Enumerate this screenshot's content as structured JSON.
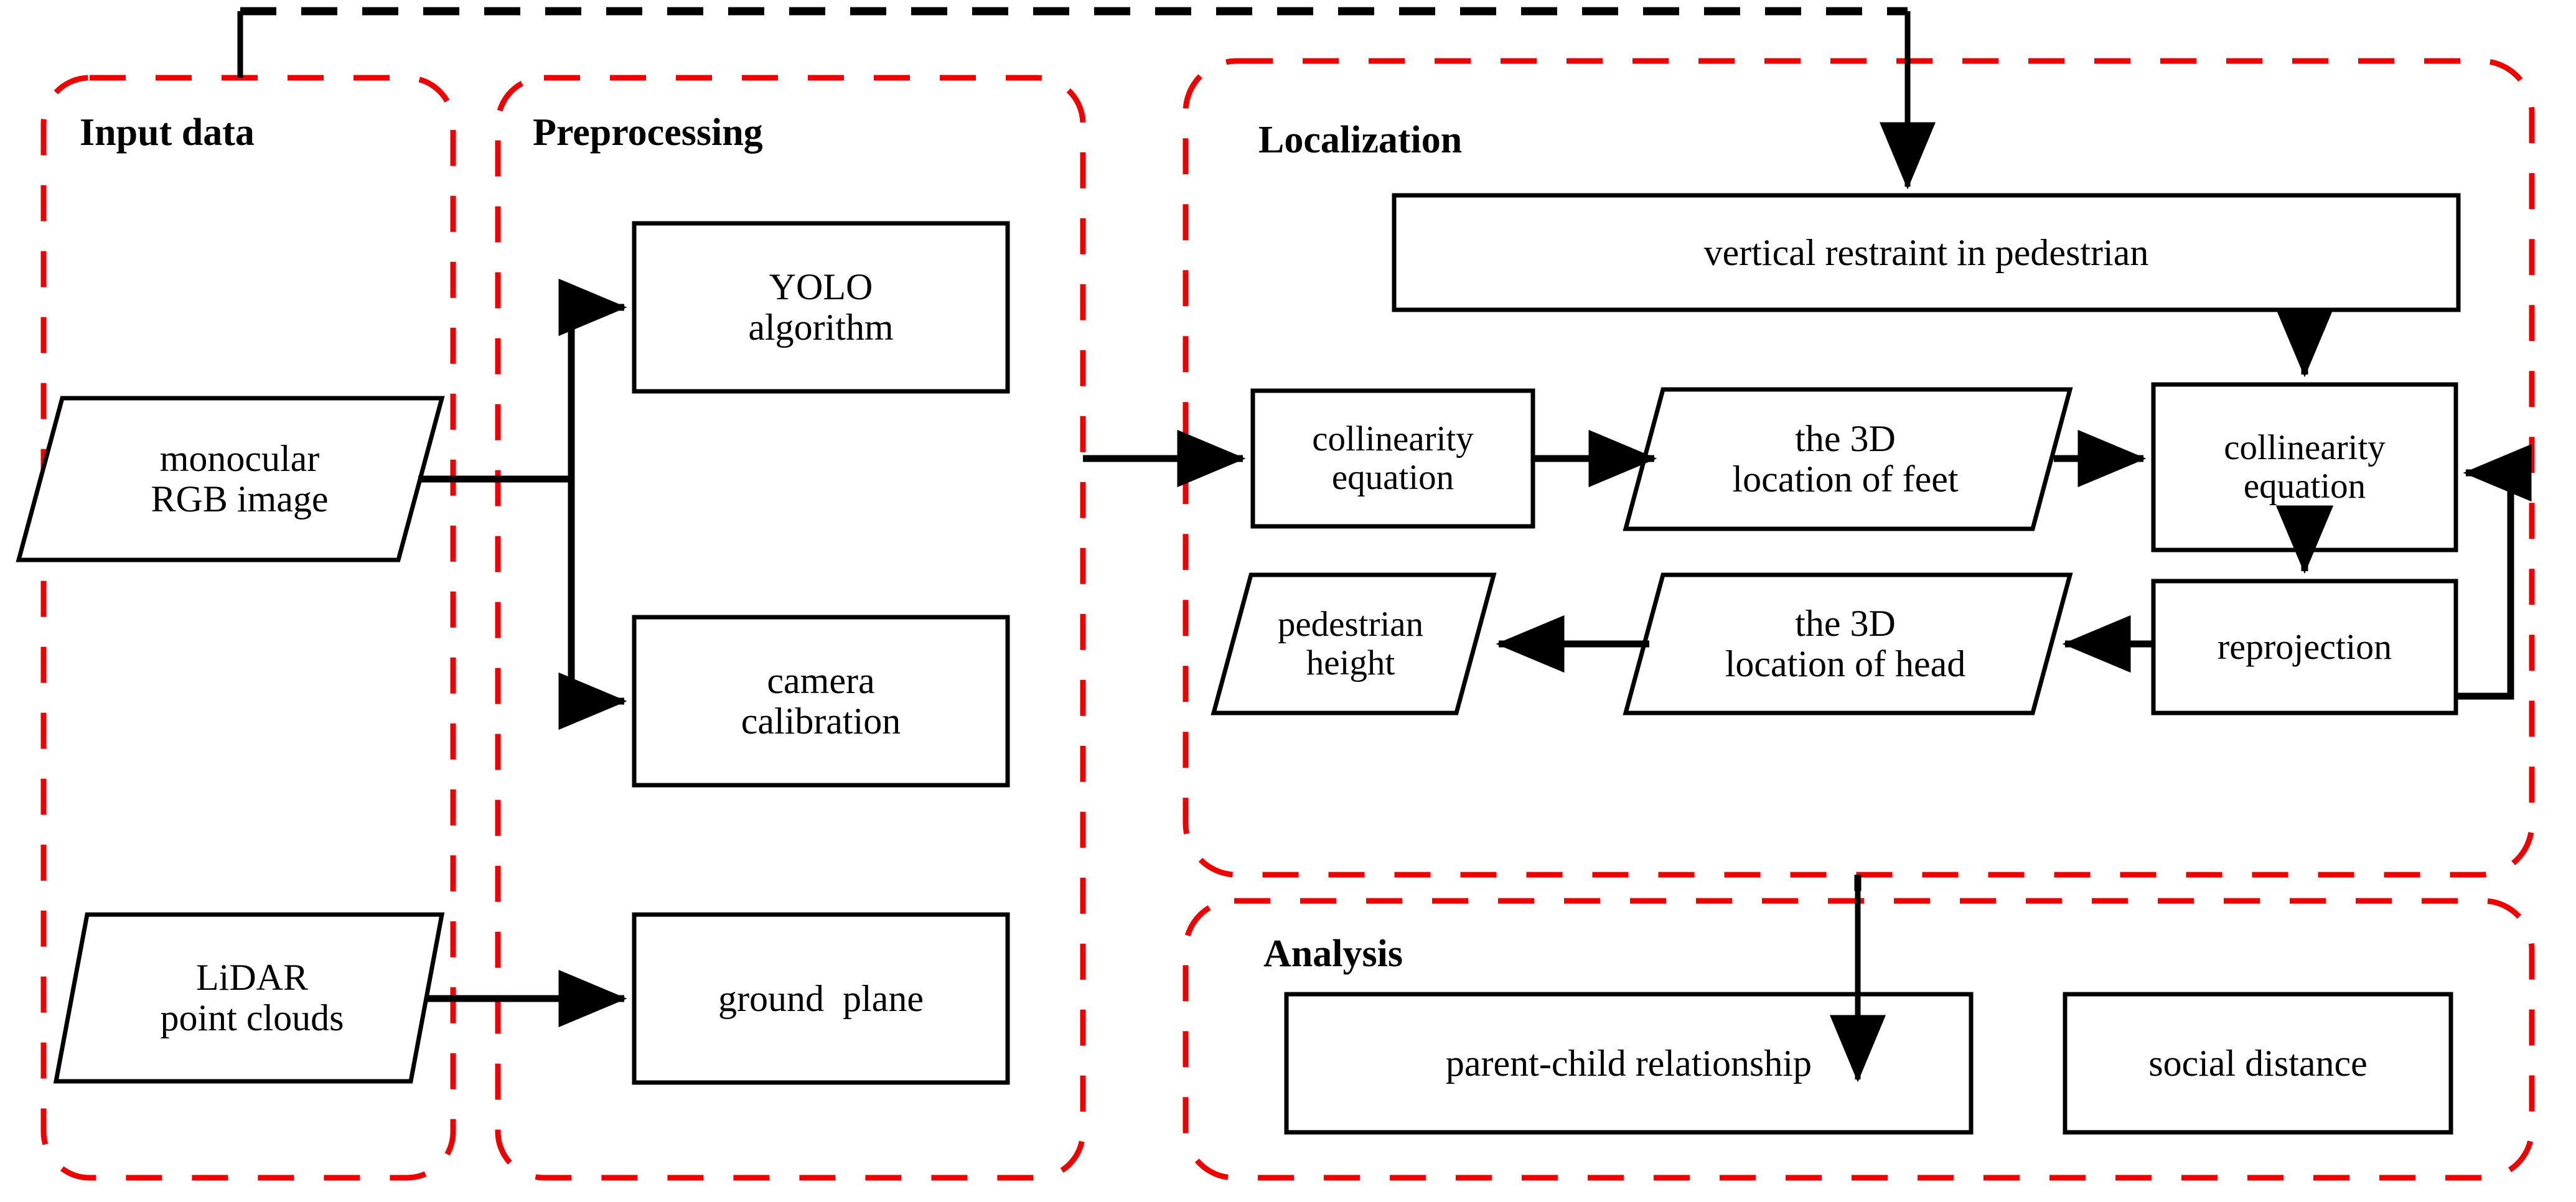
{
  "diagram": {
    "title_present": false,
    "colors": {
      "group_border": "#ee0000",
      "node_border": "#000000",
      "connector": "#000000",
      "background": "#ffffff"
    },
    "groups": [
      {
        "id": "input-data",
        "label": "Input data"
      },
      {
        "id": "preprocessing",
        "label": "Preprocessing"
      },
      {
        "id": "localization",
        "label": "Localization"
      },
      {
        "id": "analysis",
        "label": "Analysis"
      }
    ],
    "nodes": [
      {
        "id": "monocular-rgb-image",
        "label": "monocular\nRGB image",
        "shape": "parallelogram",
        "group": "input-data"
      },
      {
        "id": "lidar-point-clouds",
        "label": "LiDAR\npoint clouds",
        "shape": "parallelogram",
        "group": "input-data"
      },
      {
        "id": "yolo-algorithm",
        "label": "YOLO\nalgorithm",
        "shape": "rectangle",
        "group": "preprocessing"
      },
      {
        "id": "camera-calibration",
        "label": "camera\ncalibration",
        "shape": "rectangle",
        "group": "preprocessing"
      },
      {
        "id": "ground-plane",
        "label": "ground  plane",
        "shape": "rectangle",
        "group": "preprocessing"
      },
      {
        "id": "vertical-restraint",
        "label": "vertical restraint in pedestrian",
        "shape": "rectangle",
        "group": "localization"
      },
      {
        "id": "collinearity-equation-1",
        "label": "collinearity\nequation",
        "shape": "rectangle",
        "group": "localization"
      },
      {
        "id": "location-of-feet",
        "label": "the 3D\nlocation of feet",
        "shape": "parallelogram",
        "group": "localization"
      },
      {
        "id": "collinearity-equation-2",
        "label": "collinearity\nequation",
        "shape": "rectangle",
        "group": "localization"
      },
      {
        "id": "reprojection",
        "label": "reprojection",
        "shape": "rectangle",
        "group": "localization"
      },
      {
        "id": "location-of-head",
        "label": "the 3D\nlocation of head",
        "shape": "parallelogram",
        "group": "localization"
      },
      {
        "id": "pedestrian-height",
        "label": "pedestrian\nheight",
        "shape": "parallelogram",
        "group": "localization"
      },
      {
        "id": "parent-child-relationship",
        "label": "parent-child relationship",
        "shape": "rectangle",
        "group": "analysis"
      },
      {
        "id": "social-distance",
        "label": "social distance",
        "shape": "rectangle",
        "group": "analysis"
      }
    ],
    "edges": [
      {
        "from": "monocular-rgb-image",
        "to": "yolo-algorithm",
        "style": "solid"
      },
      {
        "from": "monocular-rgb-image",
        "to": "camera-calibration",
        "style": "solid"
      },
      {
        "from": "lidar-point-clouds",
        "to": "ground-plane",
        "style": "solid"
      },
      {
        "from": "preprocessing",
        "to": "collinearity-equation-1",
        "style": "solid"
      },
      {
        "from": "collinearity-equation-1",
        "to": "location-of-feet",
        "style": "solid"
      },
      {
        "from": "location-of-feet",
        "to": "collinearity-equation-2",
        "style": "solid"
      },
      {
        "from": "vertical-restraint",
        "to": "collinearity-equation-2",
        "style": "solid"
      },
      {
        "from": "collinearity-equation-2",
        "to": "reprojection",
        "style": "solid"
      },
      {
        "from": "reprojection",
        "to": "collinearity-equation-2",
        "style": "solid",
        "note": "feedback loop"
      },
      {
        "from": "reprojection",
        "to": "location-of-head",
        "style": "solid"
      },
      {
        "from": "location-of-head",
        "to": "pedestrian-height",
        "style": "solid"
      },
      {
        "from": "localization",
        "to": "analysis",
        "style": "solid"
      },
      {
        "from": "input-data",
        "to": "vertical-restraint",
        "style": "dashed",
        "note": "top feedback path"
      }
    ]
  }
}
